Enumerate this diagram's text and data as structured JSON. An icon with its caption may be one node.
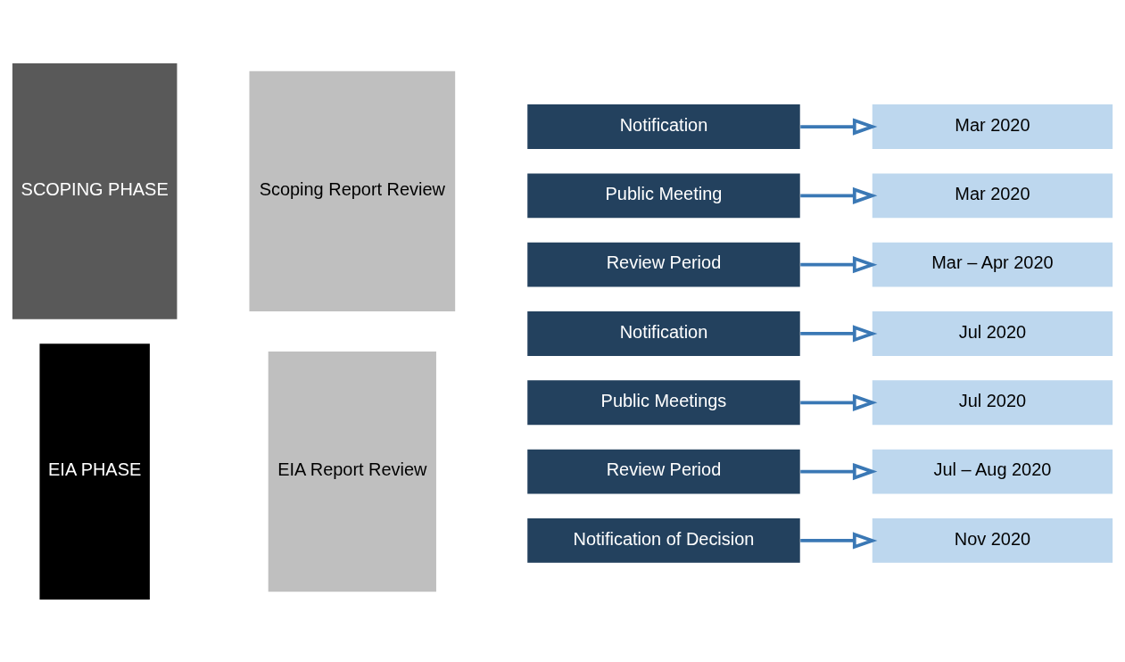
{
  "diagram": {
    "nodes": [
      {
        "text": [
          "SCOPING PHASE"
        ]
      },
      {
        "text": [
          "Scoping Report Review"
        ]
      },
      {
        "text": [
          "Notification"
        ]
      },
      {
        "text": [
          "Mar 2020"
        ]
      },
      {
        "text": [
          "Public Meeting"
        ]
      },
      {
        "text": [
          "Mar 2020"
        ]
      },
      {
        "text": [
          "Review Period"
        ]
      },
      {
        "text": [
          "Mar – Apr 2020"
        ]
      },
      {
        "text": [
          "EIA PHASE"
        ]
      },
      {
        "text": [
          "EIA Report Review"
        ]
      },
      {
        "text": [
          "Notification"
        ]
      },
      {
        "text": [
          "Jul 2020"
        ]
      },
      {
        "text": [
          "Public Meetings"
        ]
      },
      {
        "text": [
          "Jul 2020"
        ]
      },
      {
        "text": [
          "Review Period"
        ]
      },
      {
        "text": [
          "Jul – Aug 2020"
        ]
      },
      {
        "text": [
          "Notification of Decision"
        ]
      },
      {
        "text": [
          "Nov 2020"
        ]
      }
    ],
    "edges": [
      {
        "from": 2,
        "to": 3,
        "arrow": "to"
      },
      {
        "from": 4,
        "to": 5,
        "arrow": "to"
      },
      {
        "from": 6,
        "to": 7,
        "arrow": "to"
      },
      {
        "from": 10,
        "to": 11,
        "arrow": "to"
      },
      {
        "from": 12,
        "to": 13,
        "arrow": "to"
      },
      {
        "from": 14,
        "to": 15,
        "arrow": "to"
      },
      {
        "from": 16,
        "to": 17,
        "arrow": "to"
      }
    ]
  }
}
